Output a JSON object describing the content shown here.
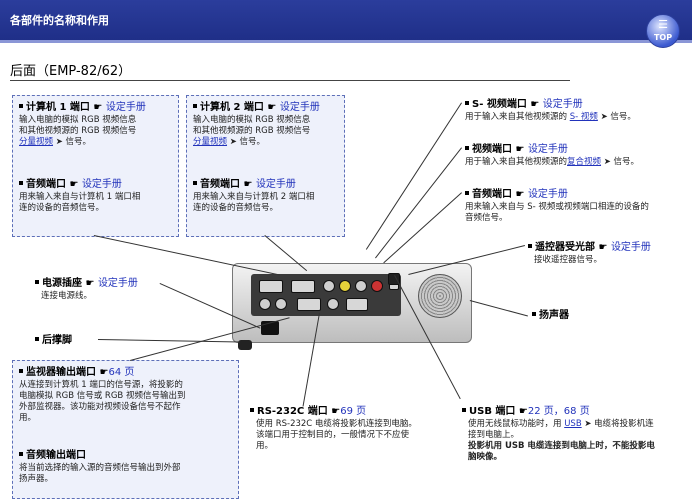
{
  "header": {
    "title": "各部件的名称和作用",
    "top_label": "TOP"
  },
  "section": {
    "title": "后面（EMP-82/62）"
  },
  "boxes": {
    "pc1_port": {
      "title": "计算机 1 端口",
      "ref": "设定手册",
      "body": [
        "输入电脑的模拟 RGB 视频信息",
        "和其他视频源的 RGB 视频信号"
      ],
      "link": "分量视频",
      "tail": "信号。"
    },
    "audio1": {
      "title": "音频端口",
      "ref": "设定手册",
      "body": [
        "用来输入来自与计算机 1 端口相",
        "连的设备的音频信号。"
      ]
    },
    "pc2_port": {
      "title": "计算机 2 端口",
      "ref": "设定手册",
      "body": [
        "输入电脑的模拟 RGB 视频信息",
        "和其他视频源的 RGB 视频信号"
      ],
      "link": "分量视频",
      "tail": "信号。"
    },
    "audio2": {
      "title": "音频端口",
      "ref": "设定手册",
      "body": [
        "用来输入来自与计算机 2 端口相",
        "连的设备的音频信号。"
      ]
    },
    "monitor_out": {
      "title": "监视器输出端口",
      "ref": "64 页",
      "body": [
        "从连接到计算机 1 端口的信号源，将投影的",
        "电脑模拟 RGB 信号或 RGB 视频信号输出到",
        "外部监视器。该功能对视频设备信号不起作",
        "用。"
      ]
    },
    "audio_out": {
      "title": "音频输出端口",
      "body": [
        "将当前选择的输入源的音频信号输出到外部",
        "扬声器。"
      ]
    }
  },
  "items": {
    "svideo": {
      "title": "S- 视频端口",
      "ref": "设定手册",
      "body_pre": "用于输入来自其他视频源的 ",
      "link": "S- 视频",
      "tail": " 信号。"
    },
    "video": {
      "title": "视频端口",
      "ref": "设定手册",
      "body_pre": "用于输入来自其他视频源的",
      "link": "复合视频",
      "tail": " 信号。"
    },
    "audio3": {
      "title": "音频端口",
      "ref": "设定手册",
      "body": [
        "用来输入来自与 S- 视频或视频端口相连的设备的",
        "音频信号。"
      ]
    },
    "remote": {
      "title": "遥控器受光部",
      "ref": "设定手册",
      "body": [
        "接收遥控器信号。"
      ]
    },
    "power": {
      "title": "电源插座",
      "ref": "设定手册",
      "body": [
        "连接电源线。"
      ]
    },
    "rear_foot": {
      "title": "后撑脚"
    },
    "speaker": {
      "title": "扬声器"
    },
    "rs232": {
      "title": "RS-232C 端口",
      "ref": "69 页",
      "body": [
        "使用 RS-232C 电缆将投影机连接到电脑。",
        "该端口用于控制目的，一般情况下不应使",
        "用。"
      ]
    },
    "usb": {
      "title": "USB 端口",
      "ref": "22 页，68 页",
      "body_pre": "使用无线鼠标功能时，用 ",
      "link": "USB",
      "tail": " 电缆将投影机连",
      "body": [
        "接到电脑上。"
      ],
      "note": "投影机用 USB 电缆连接到电脑上时，不能投影电",
      "note2": "脑映像。"
    }
  },
  "colors": {
    "header": "#2b3d9c",
    "box_bg": "#eef1fb",
    "box_border": "#5d6fb8",
    "link": "#2233bb"
  }
}
